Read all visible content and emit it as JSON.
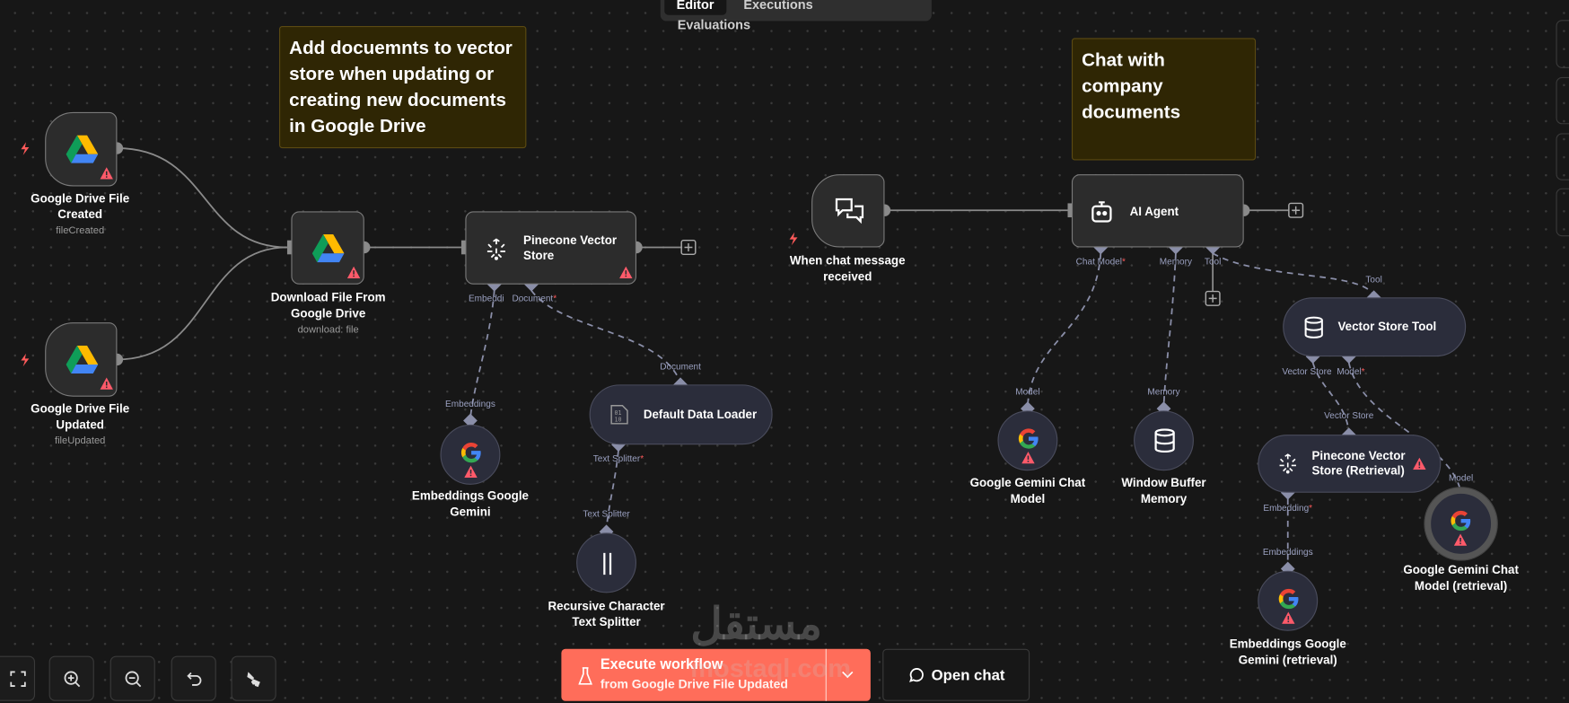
{
  "tabs": [
    {
      "label": "Editor",
      "active": true
    },
    {
      "label": "Executions"
    },
    {
      "label": "Evaluations"
    }
  ],
  "stickies": [
    {
      "text_lines": [
        "Add docuemnts to vector",
        "store when updating or",
        "creating new documents",
        "in Google Drive"
      ]
    },
    {
      "text_lines": [
        "Chat with",
        "company",
        "documents"
      ]
    }
  ],
  "nodes": {
    "gd_created": {
      "title_lines": [
        "Google Drive File",
        "Created"
      ],
      "subtitle": "fileCreated",
      "icon": "google-drive-icon",
      "warning": true
    },
    "gd_updated": {
      "title_lines": [
        "Google Drive File",
        "Updated"
      ],
      "subtitle": "fileUpdated",
      "icon": "google-drive-icon",
      "warning": true
    },
    "download": {
      "title_lines": [
        "Download File From",
        "Google Drive"
      ],
      "subtitle": "download: file",
      "icon": "google-drive-icon",
      "warning": true
    },
    "pinecone": {
      "title_lines": [
        "Pinecone Vector",
        "Store"
      ],
      "icon": "pinecone-icon",
      "warning": true,
      "ports": [
        "Embeddi",
        "Document"
      ]
    },
    "embeddings": {
      "title_lines": [
        "Embeddings Google",
        "Gemini"
      ],
      "port": "Embeddings",
      "icon": "google-icon",
      "warning": true
    },
    "loader": {
      "title": "Default Data Loader",
      "port_top": "Document",
      "port_bottom": "Text Splitter",
      "icon": "binary-file-icon"
    },
    "splitter": {
      "title_lines": [
        "Recursive Character",
        "Text Splitter"
      ],
      "port": "Text Splitter",
      "icon": "text-splitter-icon"
    },
    "chat_trigger": {
      "title_lines": [
        "When chat message",
        "received"
      ],
      "icon": "chat-icon"
    },
    "agent": {
      "title": "AI Agent",
      "icon": "robot-icon",
      "ports": [
        "Chat Model",
        "Memory",
        "Tool"
      ]
    },
    "gemini_chat": {
      "title_lines": [
        "Google Gemini Chat",
        "Model"
      ],
      "port": "Model",
      "icon": "google-icon",
      "warning": true
    },
    "memory": {
      "title_lines": [
        "Window Buffer",
        "Memory"
      ],
      "port": "Memory",
      "icon": "database-icon"
    },
    "vs_tool": {
      "title": "Vector Store Tool",
      "port_top": "Tool",
      "ports": [
        "Vector Store",
        "Model"
      ],
      "icon": "database-icon"
    },
    "pinecone_ret": {
      "title_lines": [
        "Pinecone Vector",
        "Store (Retrieval)"
      ],
      "port_top": "Vector Store",
      "port_bottom": "Embedding",
      "icon": "pinecone-icon",
      "warning": true
    },
    "gemini_ret": {
      "title_lines": [
        "Google Gemini Chat",
        "Model (retrieval)"
      ],
      "port": "Model",
      "icon": "google-icon",
      "warning": true,
      "selected": true
    },
    "embeddings_ret": {
      "title_lines": [
        "Embeddings Google",
        "Gemini (retrieval)"
      ],
      "port": "Embeddings",
      "icon": "google-icon",
      "warning": true
    }
  },
  "execute": {
    "label": "Execute workflow",
    "sublabel": "from Google Drive File Updated",
    "color": "#ff6d5a"
  },
  "open_chat": {
    "label": "Open chat"
  },
  "watermark": "مستقل mostaql.com",
  "colors": {
    "canvas": "#171717",
    "sticky": "#2f2604",
    "warning": "#ff5a6a",
    "port": "#8a8ea8"
  }
}
